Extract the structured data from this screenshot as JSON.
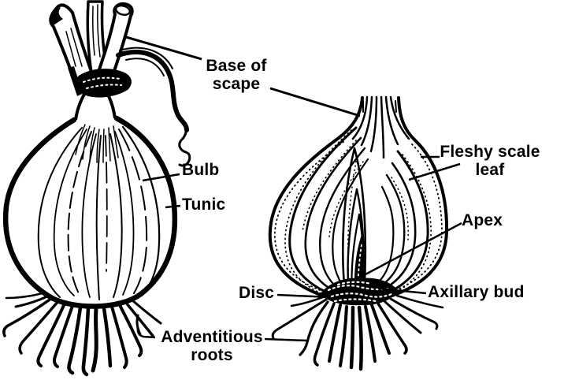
{
  "colors": {
    "ink": "#000000",
    "paper": "#ffffff"
  },
  "labels": {
    "base_of_scape": "Base of\nscape",
    "bulb": "Bulb",
    "tunic": "Tunic",
    "fleshy_scale_leaf": "Fleshy scale\nleaf",
    "apex": "Apex",
    "disc": "Disc",
    "axillary_bud": "Axillary bud",
    "adventitious_roots": "Adventitious\nroots"
  }
}
